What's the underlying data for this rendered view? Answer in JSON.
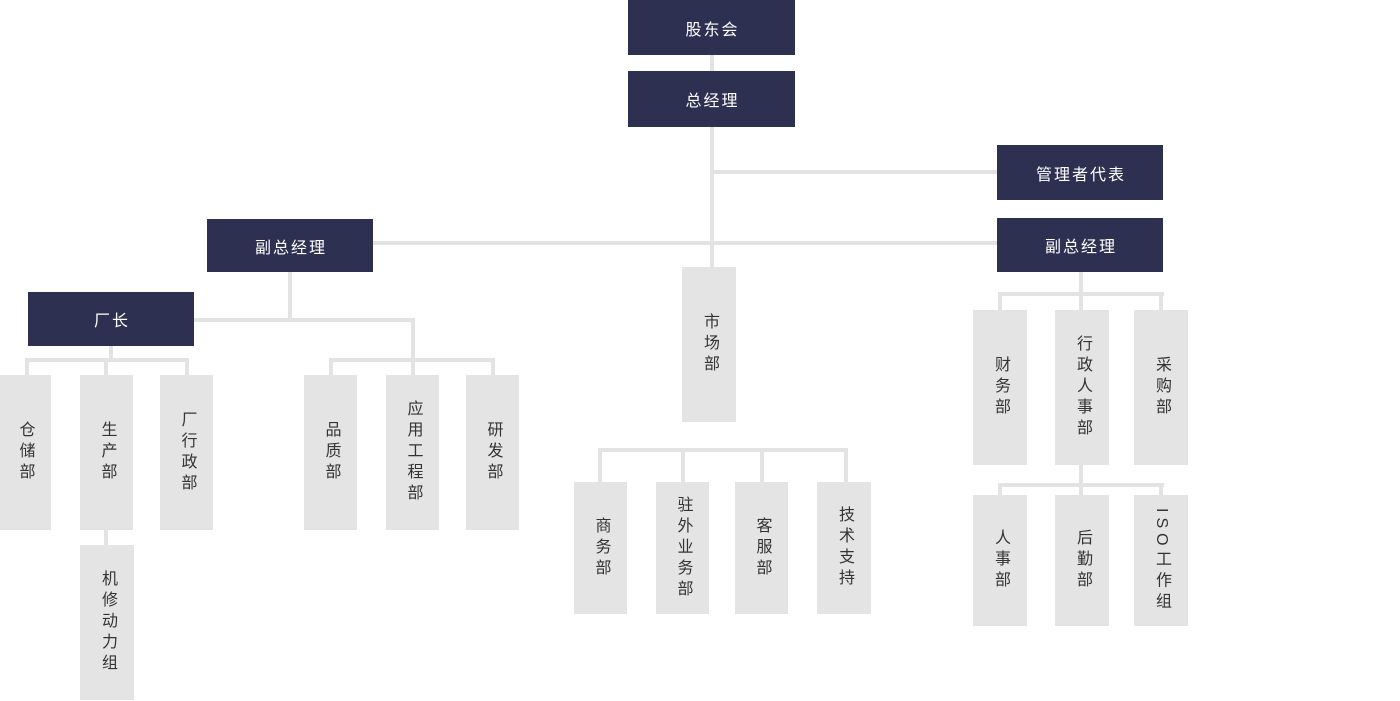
{
  "chart_title": "",
  "colors": {
    "background": "#ffffff",
    "navy": "#2e3052",
    "navy_text": "#ffffff",
    "box_gray": "#e4e4e4",
    "gray_text": "#333333",
    "line_gray": "#e3e3e3"
  },
  "nodes": {
    "shareholders": "股东会",
    "general_manager": "总经理",
    "management_rep": "管理者代表",
    "deputy_gm_left": "副总经理",
    "deputy_gm_right": "副总经理",
    "factory_director": "厂长",
    "marketing": "市场部",
    "warehouse": "仓储部",
    "production": "生产部",
    "factory_admin": "厂行政部",
    "machine_repair": "机修动力组",
    "quality": "品质部",
    "application_eng": "应用工程部",
    "rnd": "研发部",
    "commerce": "商务部",
    "field_sales": "驻外业务部",
    "customer_service": "客服部",
    "tech_support": "技术支持",
    "finance": "财务部",
    "admin_hr": "行政人事部",
    "purchasing": "采购部",
    "hr": "人事部",
    "logistics": "后勤部",
    "iso_group": "ISO工作组"
  }
}
